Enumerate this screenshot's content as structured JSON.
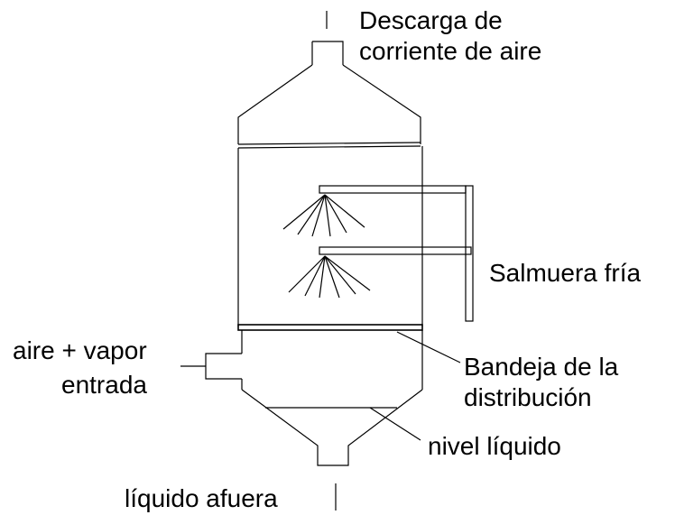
{
  "labels": {
    "air_discharge_line1": "Descarga de",
    "air_discharge_line2": "corriente de aire",
    "cold_brine": "Salmuera fría",
    "air_vapor_line1": "aire + vapor",
    "air_vapor_line2": "entrada",
    "tray_line1": "Bandeja de la",
    "tray_line2": "distribución",
    "liquid_level": "nivel líquido",
    "liquid_out": "líquido afuera"
  }
}
